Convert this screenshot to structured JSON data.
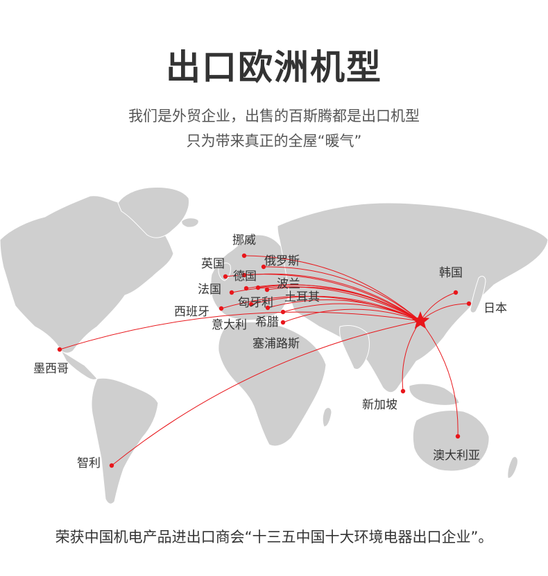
{
  "header": {
    "title": "出口欧洲机型",
    "subtitle_line1": "我们是外贸企业，出售的百斯腾都是出口机型",
    "subtitle_line2": "只为带来真正的全屋“暖气”"
  },
  "map": {
    "countries": {
      "norway": "挪威",
      "uk": "英国",
      "russia": "俄罗斯",
      "germany": "德国",
      "france": "法国",
      "poland": "波兰",
      "turkey": "土耳其",
      "hungary": "匈牙利",
      "spain": "西班牙",
      "italy": "意大利",
      "greece": "希腊",
      "cyprus": "塞浦路斯",
      "korea": "韩国",
      "japan": "日本",
      "mexico": "墨西哥",
      "singapore": "新加坡",
      "australia": "澳大利亚",
      "chile": "智利"
    },
    "colors": {
      "route": "#e8161b",
      "land": "#cfcfcf",
      "hub": "#e8161b"
    }
  },
  "footer": {
    "text": "荣获中国机电产品进出口商会“十三五中国十大环境电器出口企业”。"
  }
}
